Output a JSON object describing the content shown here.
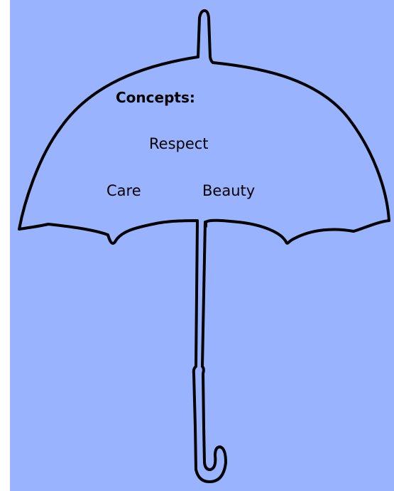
{
  "diagram": {
    "background_color": "#99b3ff",
    "outline_color": "#000000",
    "icon": "umbrella-icon",
    "heading": "Concepts:",
    "concepts": [
      "Respect",
      "Care",
      "Beauty"
    ]
  }
}
